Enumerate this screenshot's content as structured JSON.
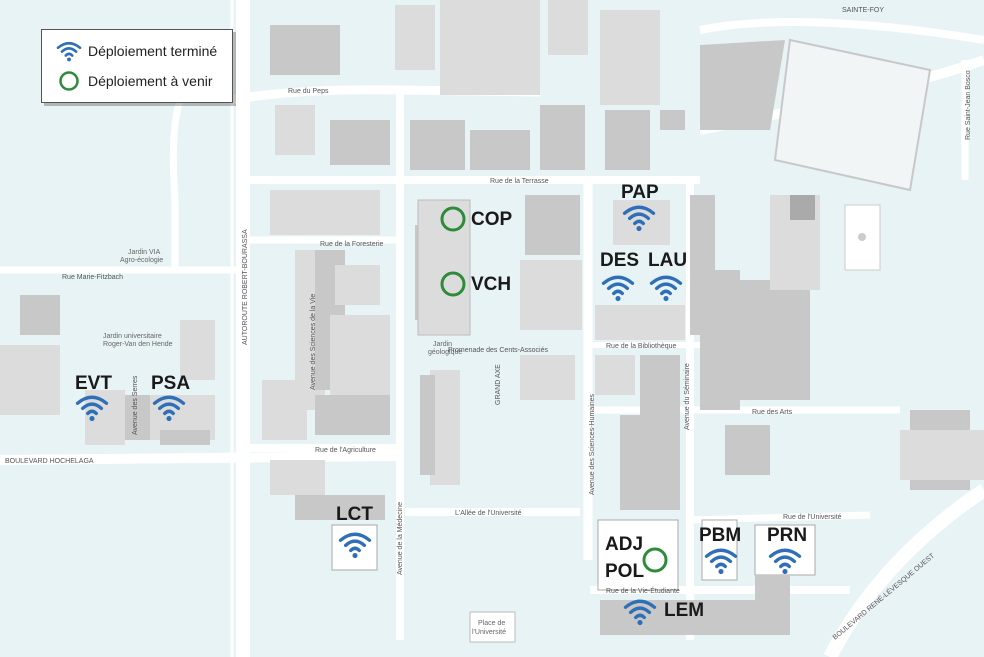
{
  "legend": {
    "done_label": "Déploiement terminé",
    "upcoming_label": "Déploiement à venir"
  },
  "colors": {
    "wifi": "#2e6fb7",
    "upcoming": "#2e8b3a",
    "building": "#c8c8c8",
    "building_light": "#dcdcdc",
    "road": "#ffffff",
    "ground": "#e8f3f5"
  },
  "icons": {
    "done": "wifi-icon",
    "upcoming": "circle-icon"
  },
  "buildings": {
    "evt": "EVT",
    "psa": "PSA",
    "lct": "LCT",
    "cop": "COP",
    "vch": "VCH",
    "pap": "PAP",
    "des": "DES",
    "lau": "LAU",
    "adj": "ADJ",
    "pol": "POL",
    "pbm": "PBM",
    "prn": "PRN",
    "lem": "LEM"
  },
  "streets": {
    "rue_du_peps": "Rue du Peps",
    "rue_de_la_terrasse": "Rue de la Terrasse",
    "rue_de_la_foresterie": "Rue de la Foresterie",
    "rue_maria_fitzbach": "Rue Marie-Fitzbach",
    "avenue_des_serres": "Avenue des Serres",
    "autoroute": "AUTOROUTE ROBERT-BOURASSA",
    "avenue_sciences_vie": "Avenue des Sciences de la Vie",
    "rue_agriculture": "Rue de l'Agriculture",
    "boulevard_hochelaga": "BOULEVARD HOCHELAGA",
    "promenade": "Promenade des Cents-Associés",
    "grand_axe": "GRAND AXE",
    "avenue_medecine": "Avenue de la Médecine",
    "allee_universite": "L'Allée de l'Université",
    "avenue_sciences_humaines": "Avenue des Sciences-Humaines",
    "avenue_seminaire": "Avenue du Séminaire",
    "rue_bibliotheque": "Rue de la Bibliothèque",
    "rue_des_arts": "Rue des Arts",
    "rue_universite": "Rue de l'Université",
    "rue_vie_etudiante": "Rue de la Vie-Étudiante",
    "boulevard_rene_levesque": "BOULEVARD RENÉ-LÉVESQUE OUEST",
    "rue_saint_jean_bosco": "Rue Saint-Jean Bosco",
    "sainte_foy": "SAINTE-FOY"
  },
  "places": {
    "jardin_via_1": "Jardin VIA",
    "jardin_via_2": "Agro-écologie",
    "jardin_univ_1": "Jardin universitaire",
    "jardin_univ_2": "Roger-Van den Hende",
    "jardin_geo_1": "Jardin",
    "jardin_geo_2": "géologique",
    "place_univ_1": "Place de",
    "place_univ_2": "l'Université"
  }
}
